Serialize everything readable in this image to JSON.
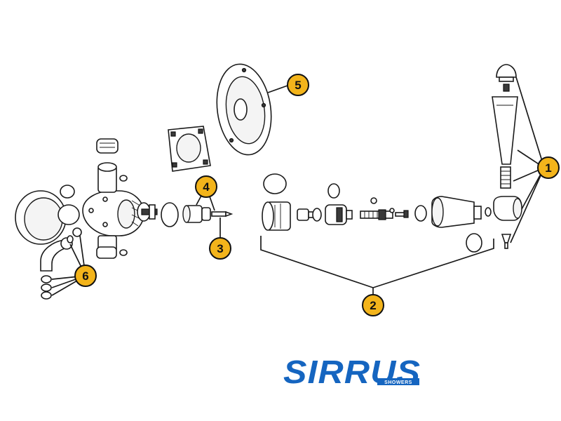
{
  "callouts": [
    {
      "id": "callout-1",
      "label": "1"
    },
    {
      "id": "callout-2",
      "label": "2"
    },
    {
      "id": "callout-3",
      "label": "3"
    },
    {
      "id": "callout-4",
      "label": "4"
    },
    {
      "id": "callout-5",
      "label": "5"
    },
    {
      "id": "callout-6",
      "label": "6"
    }
  ],
  "brand": {
    "name": "SIRRUS",
    "tagline": "SHOWERS",
    "color": "#1565c0"
  },
  "colors": {
    "callout_fill": "#f3b41b",
    "line": "#1a1a1a"
  }
}
